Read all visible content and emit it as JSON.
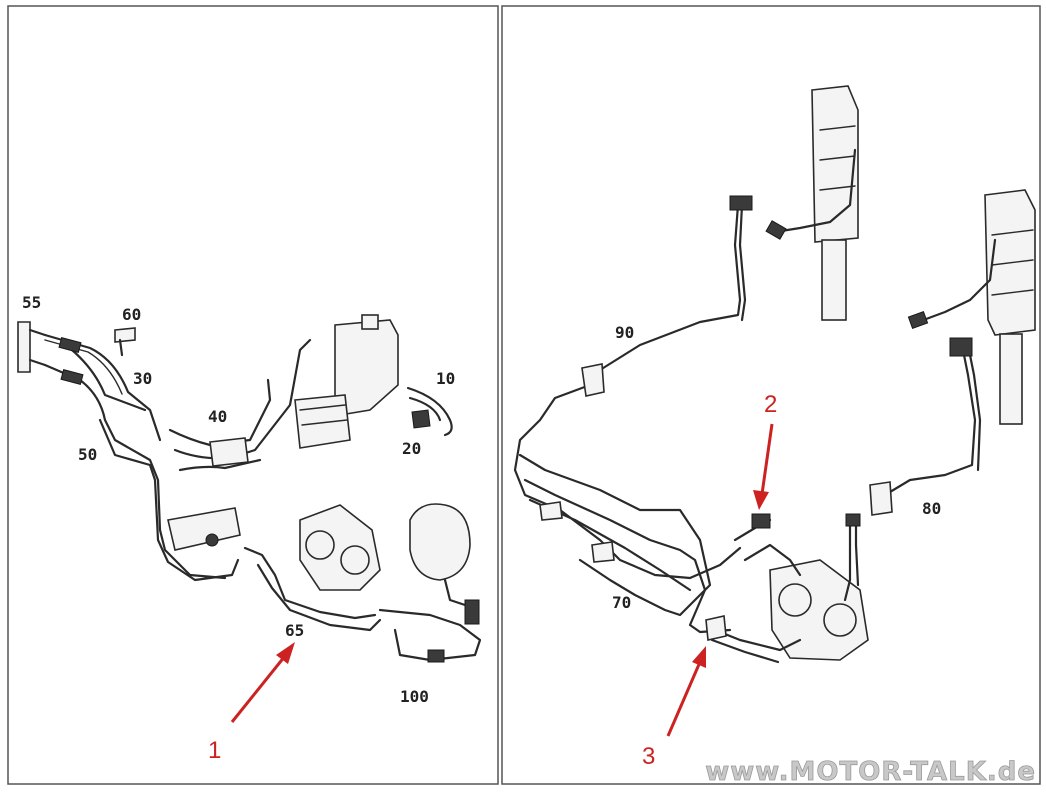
{
  "diagram": {
    "left_panel": {
      "part_numbers": [
        "55",
        "60",
        "30",
        "40",
        "10",
        "20",
        "50",
        "65",
        "100"
      ]
    },
    "right_panel": {
      "part_numbers": [
        "90",
        "80",
        "70"
      ]
    },
    "callouts": [
      "1",
      "2",
      "3"
    ],
    "watermark": "www.MOTOR-TALK.de",
    "colors": {
      "line_art": "#2a2a2a",
      "callout": "#cc2222",
      "frame": "#555555"
    }
  }
}
